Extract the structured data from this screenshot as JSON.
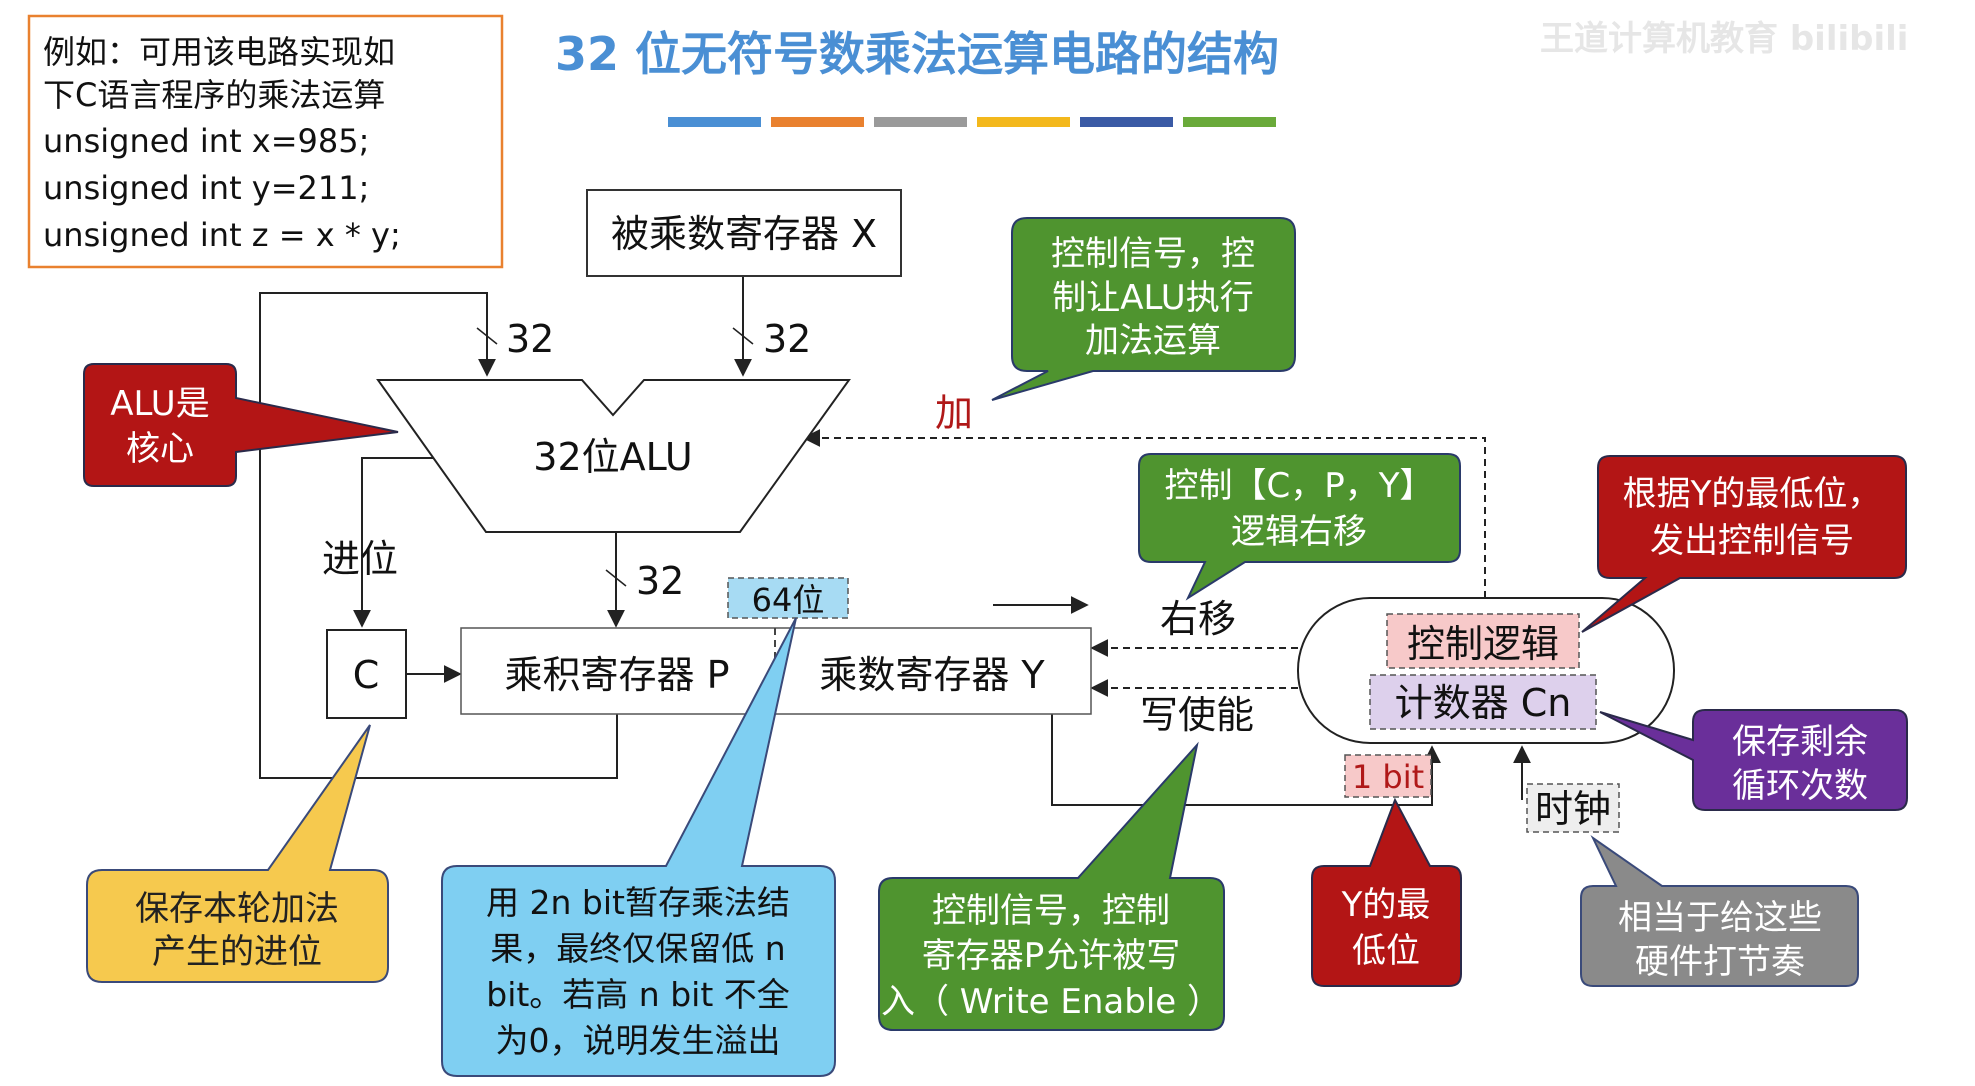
{
  "title": "32 位无符号数乘法运算电路的结构",
  "watermark": "王道计算机教育 bilibili",
  "accent_colors": [
    "#4a8fd4",
    "#e9812f",
    "#9a9a9a",
    "#f3b81c",
    "#3a5aa5",
    "#6aaa3a"
  ],
  "example_box": {
    "lines": [
      "例如：可用该电路实现如",
      "下C语言程序的乘法运算",
      "unsigned int x=985;",
      "unsigned int y=211;",
      "unsigned int z = x * y;"
    ]
  },
  "registers": {
    "x": "被乘数寄存器 X",
    "alu": "32位ALU",
    "c": "C",
    "p": "乘积寄存器 P",
    "y": "乘数寄存器 Y"
  },
  "control_unit": {
    "logic": "控制逻辑",
    "counter": "计数器 Cn"
  },
  "wire_labels": {
    "bus_alu_left": "32",
    "bus_alu_right": "32",
    "bus_alu_out": "32",
    "carry": "进位",
    "add": "加",
    "shift_right": "右移",
    "write_enable": "写使能",
    "width_64": "64位",
    "one_bit": "1 bit",
    "clock": "时钟"
  },
  "callouts": {
    "alu_core": [
      "ALU是",
      "核心"
    ],
    "add_signal": [
      "控制信号，控",
      "制让ALU执行",
      "加法运算"
    ],
    "shift_signal": [
      "控制【C，P，Y】",
      "逻辑右移"
    ],
    "control_signal": [
      "根据Y的最低位，",
      "发出控制信号"
    ],
    "counter_note": [
      "保存剩余",
      "循环次数"
    ],
    "carry_note": [
      "保存本轮加法",
      "产生的进位"
    ],
    "overflow_note": [
      "用 2n bit暂存乘法结",
      "果，最终仅保留低 n",
      "bit。若高 n bit 不全",
      "为0，说明发生溢出"
    ],
    "write_note": [
      "控制信号，控制",
      "寄存器P允许被写",
      "入（ Write Enable ）"
    ],
    "y_low_bit": [
      "Y的最",
      "低位"
    ],
    "clock_note": [
      "相当于给这些",
      "硬件打节奏"
    ]
  }
}
